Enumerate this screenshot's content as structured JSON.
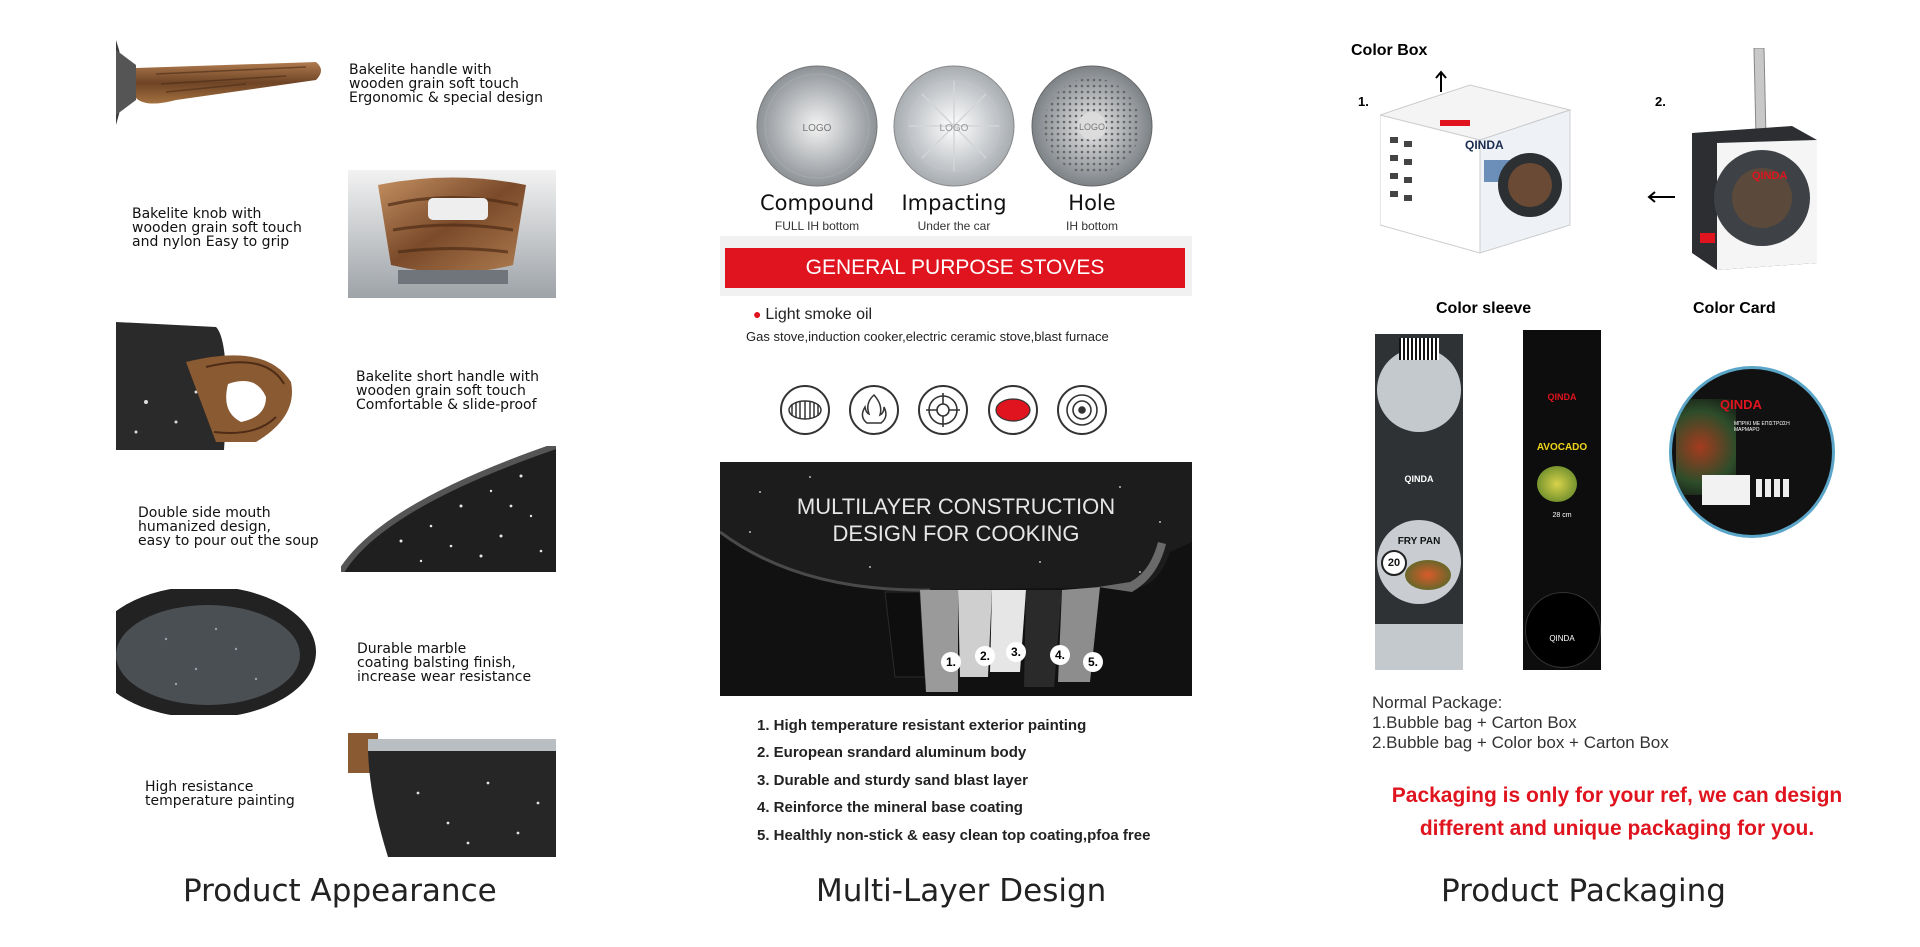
{
  "appearance": {
    "features": [
      {
        "lines": [
          "Bakelite handle with",
          "wooden grain soft touch",
          "Ergonomic & special design"
        ]
      },
      {
        "lines": [
          "Bakelite knob with",
          "wooden grain soft touch",
          "and nylon Easy to grip"
        ]
      },
      {
        "lines": [
          "Bakelite short handle with",
          "wooden grain soft touch",
          "Comfortable & slide-proof"
        ]
      },
      {
        "lines": [
          "Double side mouth",
          "humanized design,",
          "easy to pour out the soup"
        ]
      },
      {
        "lines": [
          "Durable marble",
          "coating balsting finish,",
          "increase wear resistance"
        ]
      },
      {
        "lines": [
          "High resistance",
          "temperature painting"
        ]
      }
    ],
    "caption": "Product Appearance"
  },
  "multilayer": {
    "bottoms": [
      {
        "name": "Compound",
        "sub": "FULL IH bottom",
        "logo": "LOGO"
      },
      {
        "name": "Impacting",
        "sub": "Under the car",
        "logo": "LOGO"
      },
      {
        "name": "Hole",
        "sub": "IH bottom",
        "logo": "LOGO"
      }
    ],
    "banner": "GENERAL PURPOSE STOVES",
    "bullet": "Light smoke oil",
    "stoves": "Gas stove,induction cooker,electric ceramic stove,blast furnace",
    "stove_icons": [
      "coil-icon",
      "flame-icon",
      "gas-burner-icon",
      "ceramic-plate-icon",
      "induction-icon"
    ],
    "panel_title_1": "MULTILAYER CONSTRUCTION",
    "panel_title_2": "DESIGN FOR COOKING",
    "layer_numbers": [
      "1.",
      "2.",
      "3.",
      "4.",
      "5."
    ],
    "steps": [
      "1. High temperature resistant exterior painting",
      "2. European srandard aluminum body",
      "3. Durable and sturdy sand blast layer",
      "4. Reinforce the mineral base coating",
      "5. Healthly non-stick & easy clean top coating,pfoa free"
    ],
    "caption": "Multi-Layer Design"
  },
  "packaging": {
    "color_box": "Color Box",
    "num1": "1.",
    "num2": "2.",
    "color_sleeve": "Color sleeve",
    "color_card": "Color Card",
    "brand": "QINDA",
    "sleeve1_label": "FRY PAN",
    "sleeve1_size": "20",
    "sleeve2_label": "AVOCADO",
    "sleeve2_size": "28 cm",
    "card_greek": "ΜΠΡΙΚΙ ΜΕ ΕΠΙΣΤΡΩΣΗ ΜΑΡΜΑΡΟ",
    "normal_title": "Normal Package:",
    "normal_1": "1.Bubble bag + Carton Box",
    "normal_2": "2.Bubble bag + Color box + Carton Box",
    "note_1": "Packaging is only for your ref, we can design",
    "note_2": "different and unique packaging for you.",
    "caption": "Product Packaging"
  },
  "colors": {
    "accent_red": "#e0141e",
    "dark": "#1b1b1b",
    "wood": "#8a5a32"
  }
}
